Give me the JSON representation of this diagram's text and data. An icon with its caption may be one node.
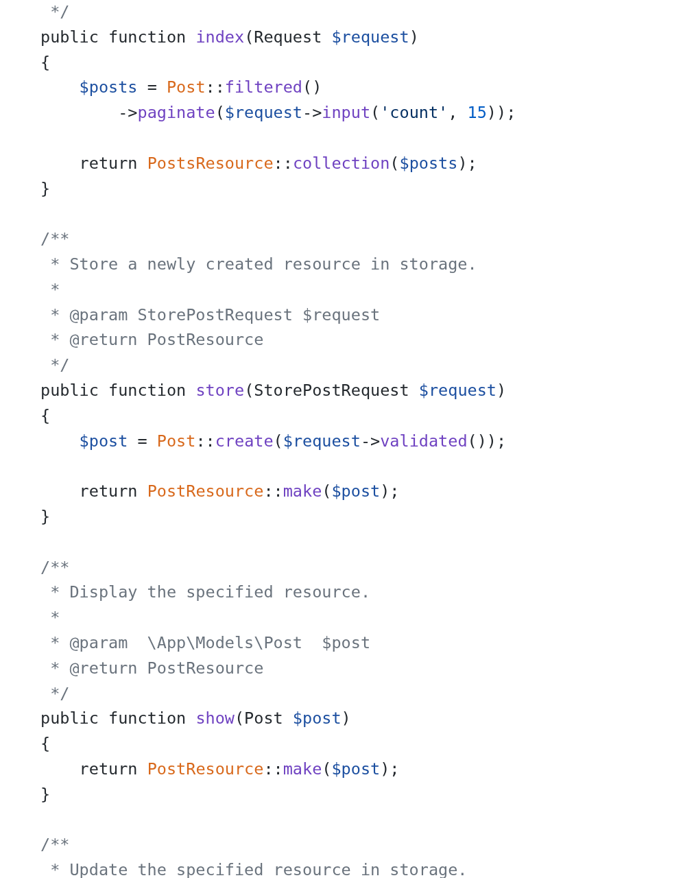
{
  "diagram": {
    "labels": [
      "*/",
      "public function index(Request $request)",
      "{",
      "$posts = Post::filtered()",
      "->paginate($request->input('count', 15));",
      "return PostsResource::collection($posts);",
      "}",
      "/**",
      "* Store a newly created resource in storage.",
      "*",
      "* @param StorePostRequest $request",
      "* @return PostResource",
      "*/",
      "public function store(StorePostRequest $request)",
      "{",
      "$post = Post::create($request->validated());",
      "return PostResource::make($post);",
      "}",
      "/**",
      "* Display the specified resource.",
      "*",
      "* @param  \\App\\Models\\Post  $post",
      "* @return PostResource",
      "*/",
      "public function show(Post $post)",
      "{",
      "return PostResource::make($post);",
      "}",
      "/**",
      "* Update the specified resource in storage."
    ]
  }
}
